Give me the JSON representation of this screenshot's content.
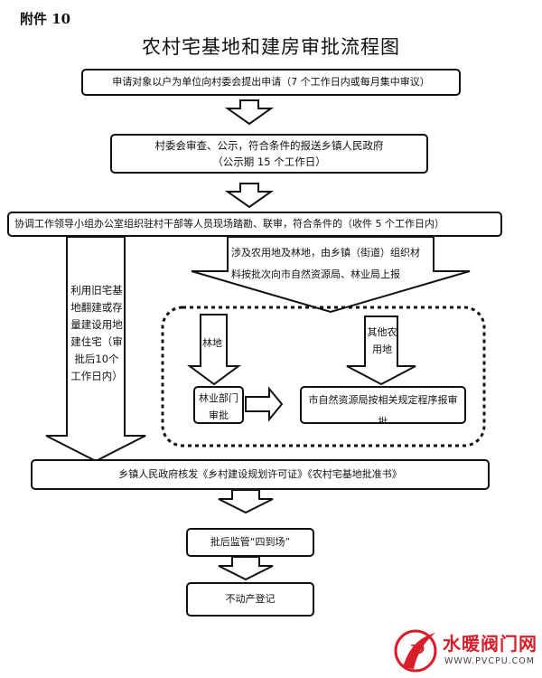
{
  "header": {
    "attachment": "附件 10",
    "title": "农村宅基地和建房审批流程图"
  },
  "steps": {
    "apply": "申请对象以户为单位向村委会提出申请（7 个工作日内或每月集中审议）",
    "village_review_line1": "村委会审查、公示，符合条件的报送乡镇人民政府",
    "village_review_line2": "（公示期 15 个工作日）",
    "coordination": "协调工作领导小组办公室组织驻村干部等人员现场踏勘、联审，符合条件的（收件 5 个工作日内）",
    "farmland_note": "涉及农用地及林地，由乡镇（街道）组织材料按批次向市自然资源局、林业局上报",
    "old_site": "利用旧宅基地翻建或存量建设用地建住宅（审批后10个工作日内）",
    "forest_label": "林地",
    "other_farmland_label": "其他农用地",
    "forestry_dept": "林业部门审批",
    "resource_bureau": "市自然资源局按相关规定程序报审批",
    "township_issue": "乡镇人民政府核发《乡村建设规划许可证》《农村宅基地批准书》",
    "supervision": "批后监管“四到场”",
    "registration": "不动产登记"
  },
  "watermark": {
    "brand": "水暖阀门网",
    "url": "WWW.PVCPU.COM"
  },
  "colors": {
    "line": "#111111",
    "brand_red": "#d81e2a"
  }
}
